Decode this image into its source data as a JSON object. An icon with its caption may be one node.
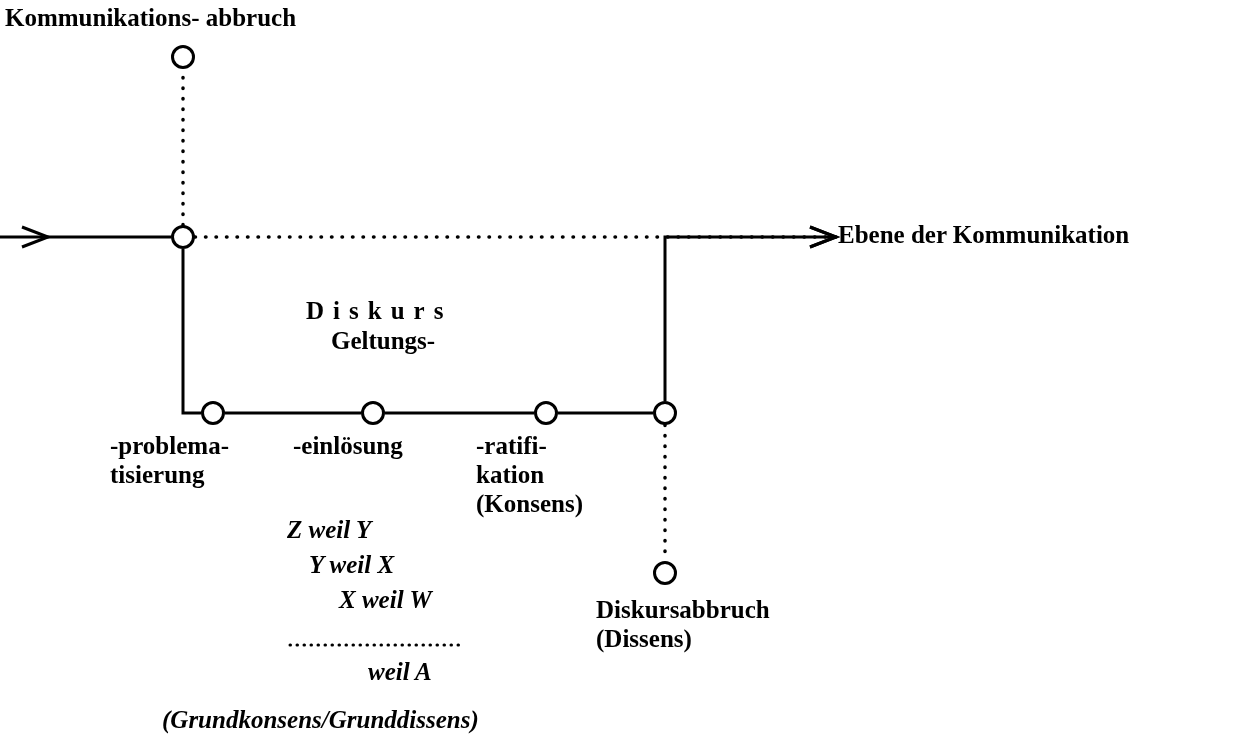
{
  "diagram": {
    "nodes": [
      {
        "text": [],
        "shape": "circle",
        "beside": [
          "Kommunikations- abbruch"
        ]
      },
      {
        "text": [],
        "shape": "circle"
      },
      {
        "text": [],
        "shape": "circle",
        "beside": [
          "-problema- tisierung"
        ]
      },
      {
        "text": [],
        "shape": "circle",
        "beside": [
          "-einlösung"
        ]
      },
      {
        "text": [],
        "shape": "circle",
        "beside": [
          "-ratifi- kation (Konsens)"
        ]
      },
      {
        "text": [],
        "shape": "circle"
      },
      {
        "text": [],
        "shape": "circle",
        "beside": [
          "Diskursabbruch (Dissens)"
        ]
      },
      {
        "text": [
          "Ebene der Kommunikation"
        ]
      }
    ],
    "edges": [
      {
        "from": null,
        "to": 1,
        "arrow": "to"
      },
      {
        "from": 1,
        "to": 0,
        "arrow": "none",
        "style": "dashed"
      },
      {
        "from": 1,
        "to": 7,
        "arrow": "to",
        "style": "dashed"
      },
      {
        "from": 1,
        "to": 2,
        "arrow": "none"
      },
      {
        "from": 2,
        "to": 3,
        "arrow": "none"
      },
      {
        "from": 3,
        "to": 4,
        "arrow": "none"
      },
      {
        "from": 4,
        "to": 5,
        "arrow": "none"
      },
      {
        "from": 5,
        "to": 6,
        "arrow": "none",
        "style": "dashed"
      },
      {
        "from": 5,
        "to": 7,
        "arrow": "to"
      }
    ],
    "labels": [
      "Diskurs",
      "Geltungs-",
      "Z weil Y",
      "Y weil X",
      "X weil W",
      "weil A",
      "(Grundkonsens/Grunddissens)"
    ]
  }
}
